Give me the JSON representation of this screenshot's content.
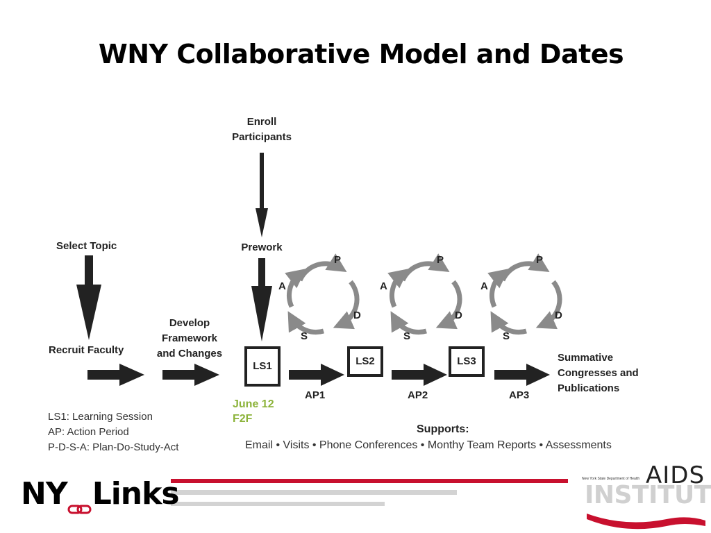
{
  "title": "WNY Collaborative Model and Dates",
  "diagram": {
    "enroll": [
      "Enroll",
      "Participants"
    ],
    "prework": "Prework",
    "select_topic": "Select Topic",
    "recruit_faculty": "Recruit Faculty",
    "develop": [
      "Develop",
      "Framework",
      "and Changes"
    ],
    "summative": [
      "Summative",
      "Congresses and",
      "Publications"
    ],
    "cycles": [
      {
        "p": "P",
        "d": "D",
        "s": "S",
        "a": "A"
      },
      {
        "p": "P",
        "d": "D",
        "s": "S",
        "a": "A"
      },
      {
        "p": "P",
        "d": "D",
        "s": "S",
        "a": "A"
      }
    ],
    "sessions": [
      "LS1",
      "LS2",
      "LS3"
    ],
    "action_periods": [
      "AP1",
      "AP2",
      "AP3"
    ],
    "date_note": [
      "June 12",
      "F2F"
    ]
  },
  "legend": [
    "LS1: Learning Session",
    "AP: Action Period",
    "P-D-S-A: Plan-Do-Study-Act"
  ],
  "supports": {
    "title": "Supports:",
    "list": "Email • Visits • Phone Conferences • Monthy Team Reports • Assessments"
  },
  "footer": {
    "nylinks_logo": "NY-Links",
    "nylinks_left": "NY",
    "nylinks_right": "Links",
    "aids_dept": "New York State Department of Health",
    "aids_word": "AIDS",
    "institute_word": "INSTITUTE"
  },
  "colors": {
    "arrow": "#222222",
    "cycle": "#8a8a8a",
    "green_note": "#8cb33a",
    "rule_red": "#c8102e",
    "rule_gray": "#cccccc"
  }
}
